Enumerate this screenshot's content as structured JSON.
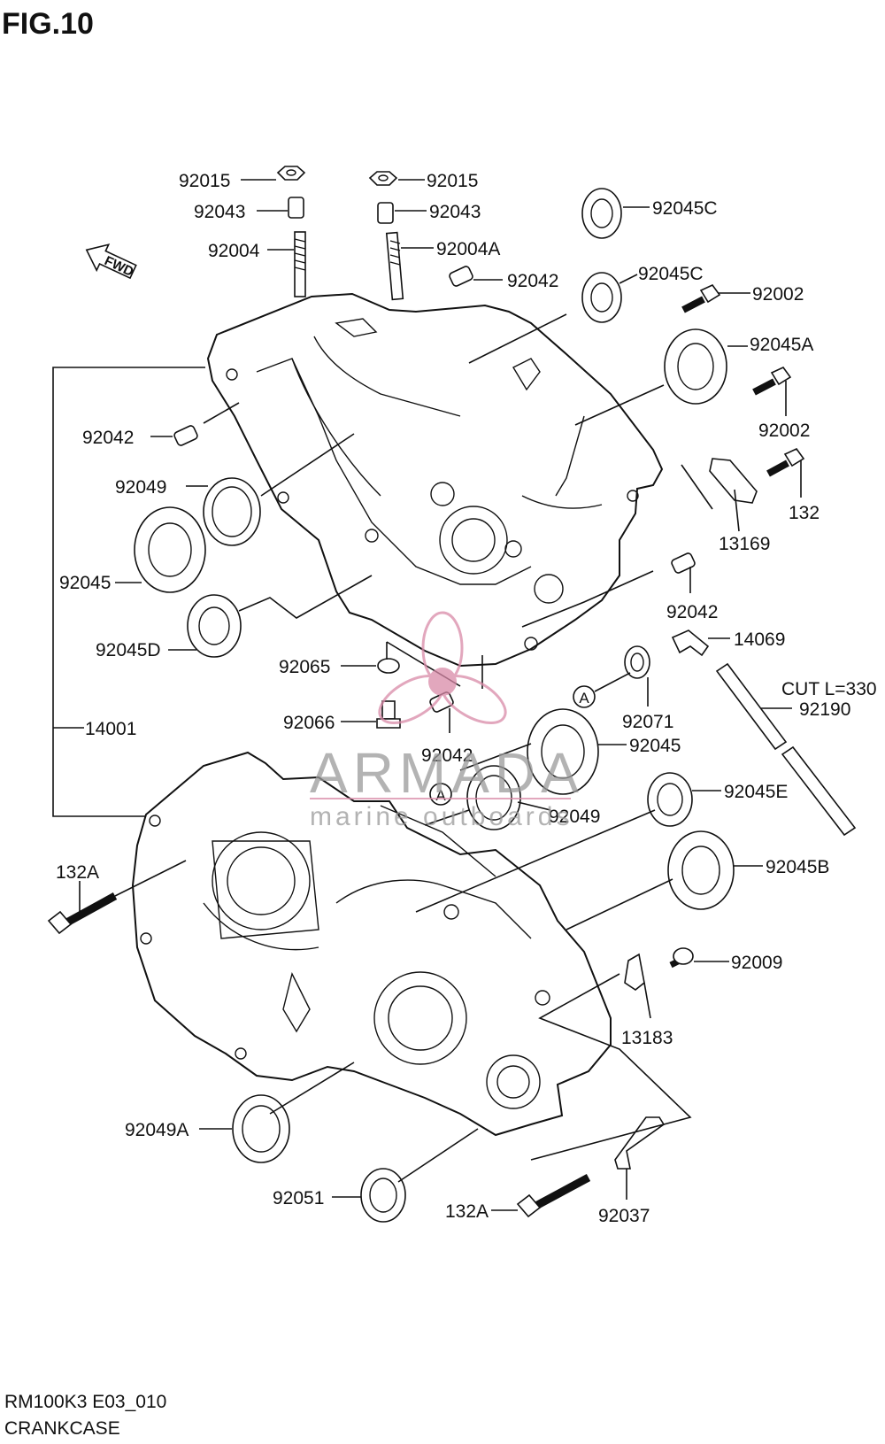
{
  "figure": {
    "title": "FIG.10",
    "model_code": "RM100K3 E03_010",
    "section": "CRANKCASE"
  },
  "direction_marker": "FWD",
  "callout_marker": "A",
  "cut_note": "CUT L=330",
  "watermark": {
    "brand": "ARMADA",
    "tagline": "marine outboards",
    "color": "#d98aa8"
  },
  "part_labels": {
    "p92015_l": "92015",
    "p92015_r": "92015",
    "p92043_l": "92043",
    "p92043_r": "92043",
    "p92004": "92004",
    "p92004A": "92004A",
    "p92042_top": "92042",
    "p92045C_a": "92045C",
    "p92045C_b": "92045C",
    "p92002_a": "92002",
    "p92045A": "92045A",
    "p92002_b": "92002",
    "p92042_left": "92042",
    "p132": "132",
    "p92049_left": "92049",
    "p13169": "13169",
    "p92045": "92045",
    "p92042_right": "92042",
    "p92045D": "92045D",
    "p14069": "14069",
    "p92065": "92065",
    "p92071": "92071",
    "p14001": "14001",
    "p92190": "92190",
    "p92066": "92066",
    "p92042_mid": "92042",
    "p92045_mid": "92045",
    "p92049_mid": "92049",
    "p92045E": "92045E",
    "p132A_left": "132A",
    "p92045B": "92045B",
    "p92009": "92009",
    "p13183": "13183",
    "p92049A": "92049A",
    "p92051": "92051",
    "p132A_bottom": "132A",
    "p92037": "92037"
  }
}
